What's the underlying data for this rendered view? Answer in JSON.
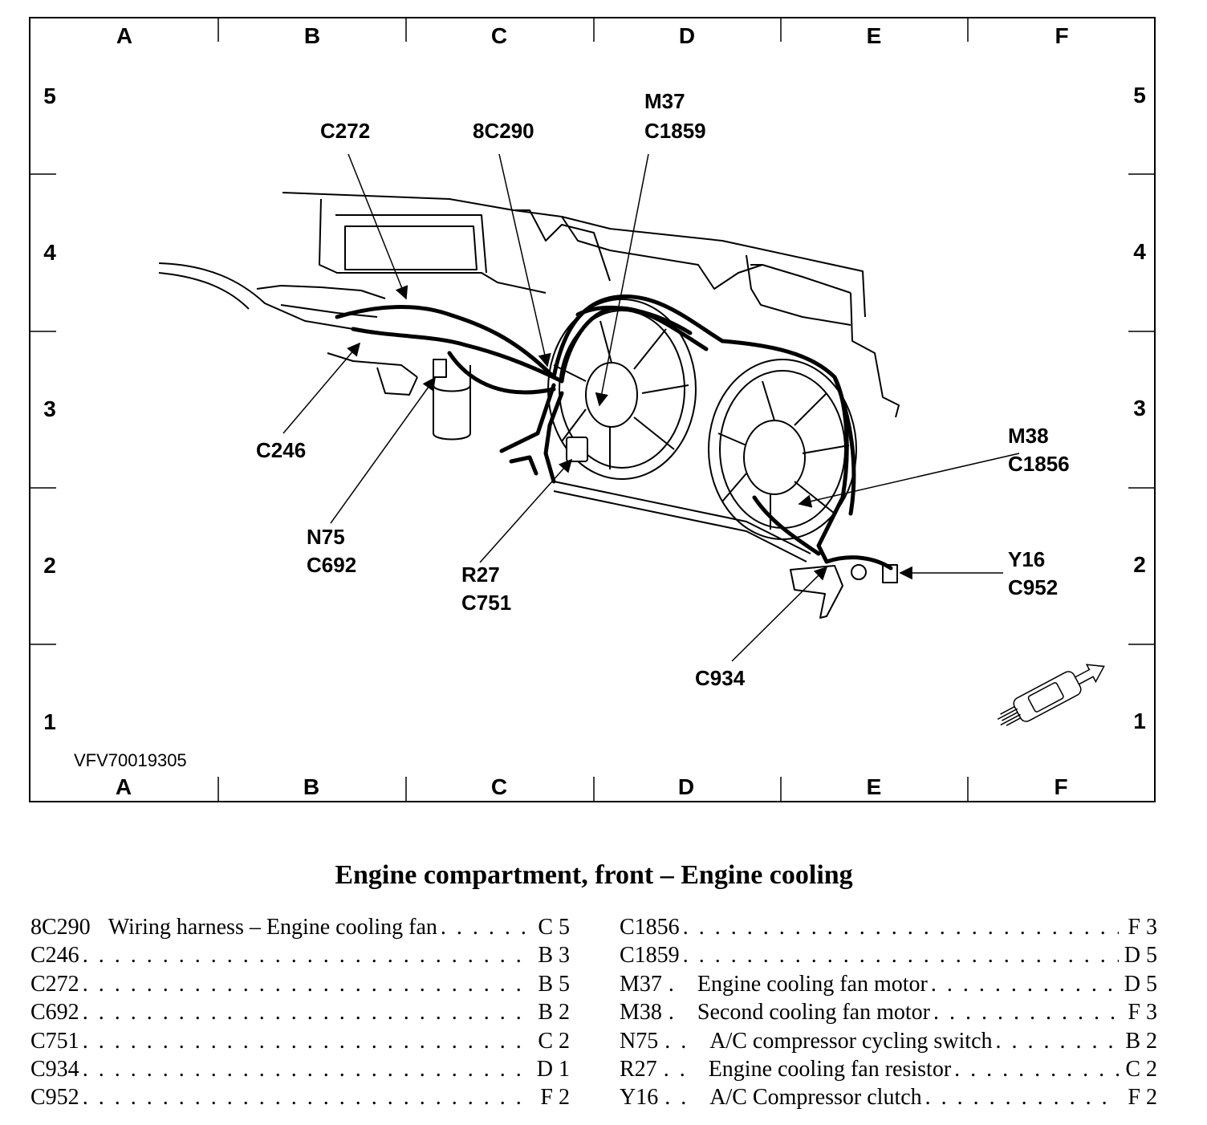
{
  "diagram": {
    "figure_id": "VFV70019305",
    "columns": [
      "A",
      "B",
      "C",
      "D",
      "E",
      "F"
    ],
    "rows": [
      "5",
      "4",
      "3",
      "2",
      "1"
    ],
    "callouts": {
      "c272": "C272",
      "c8c290": "8C290",
      "m37": "M37",
      "c1859": "C1859",
      "c246": "C246",
      "n75": "N75",
      "c692": "C692",
      "r27": "R27",
      "c751": "C751",
      "m38": "M38",
      "c1856": "C1856",
      "y16": "Y16",
      "c952": "C952",
      "c934": "C934"
    }
  },
  "title": "Engine compartment, front – Engine cooling",
  "index_left": [
    {
      "code": "8C290",
      "desc": "Wiring harness – Engine cooling fan",
      "loc": "C 5"
    },
    {
      "code": "C246",
      "desc": "",
      "loc": "B 3"
    },
    {
      "code": "C272",
      "desc": "",
      "loc": "B 5"
    },
    {
      "code": "C692",
      "desc": "",
      "loc": "B 2"
    },
    {
      "code": "C751",
      "desc": "",
      "loc": "C 2"
    },
    {
      "code": "C934",
      "desc": "",
      "loc": "D 1"
    },
    {
      "code": "C952",
      "desc": "",
      "loc": "F 2"
    }
  ],
  "index_right": [
    {
      "code": "C1856",
      "desc": "",
      "loc": "F 3"
    },
    {
      "code": "C1859",
      "desc": "",
      "loc": "D 5"
    },
    {
      "code": "M37",
      "desc": "Engine cooling fan motor",
      "loc": "D 5"
    },
    {
      "code": "M38",
      "desc": "Second cooling fan motor",
      "loc": "F 3"
    },
    {
      "code": "N75",
      "desc": "A/C compressor cycling switch",
      "loc": "B 2"
    },
    {
      "code": "R27",
      "desc": "Engine cooling fan resistor",
      "loc": "C 2"
    },
    {
      "code": "Y16",
      "desc": "A/C Compressor clutch",
      "loc": "F 2"
    }
  ]
}
